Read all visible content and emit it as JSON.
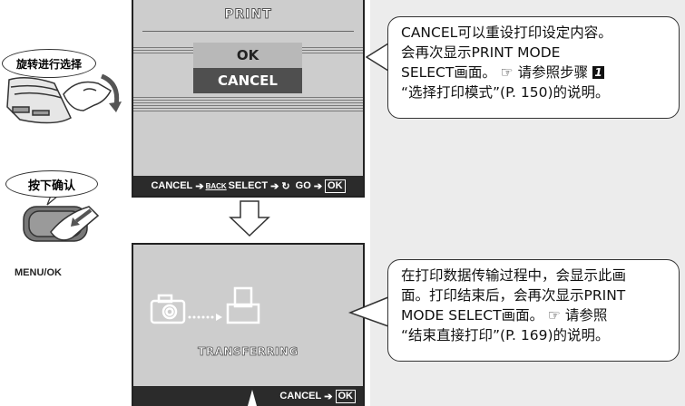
{
  "screen1": {
    "title": "PRINT",
    "options": [
      "OK",
      "CANCEL"
    ],
    "bottom_bar": {
      "cancel": "CANCEL",
      "back": "BACK",
      "select": "SELECT",
      "go": "GO",
      "ok": "OK"
    }
  },
  "screen2": {
    "status": "TRANSFERRING",
    "bottom_bar": {
      "cancel": "CANCEL",
      "ok": "OK"
    }
  },
  "left": {
    "rotate_label": "旋转进行选择",
    "press_label": "按下确认",
    "button_label": "MENU/OK"
  },
  "callout1": {
    "line1": "CANCEL可以重设打印设定内容。",
    "line2": "会再次显示PRINT MODE",
    "line3a": "SELECT画面。",
    "ref": "请参照步骤",
    "step": "1",
    "line4": "“选择打印模式”(P. 150)的说明。"
  },
  "callout2": {
    "line1": "在打印数据传输过程中，会显示此画",
    "line2": "面。打印结束后，会再次显示PRINT",
    "line3a": "MODE SELECT画面。",
    "ref": "请参照",
    "line4": "“结束直接打印”(P. 169)的说明。"
  },
  "icons": [
    "camera-icon",
    "printer-icon",
    "down-arrow-icon",
    "reference-icon",
    "rotate-arrow-icon",
    "hand-icon"
  ]
}
